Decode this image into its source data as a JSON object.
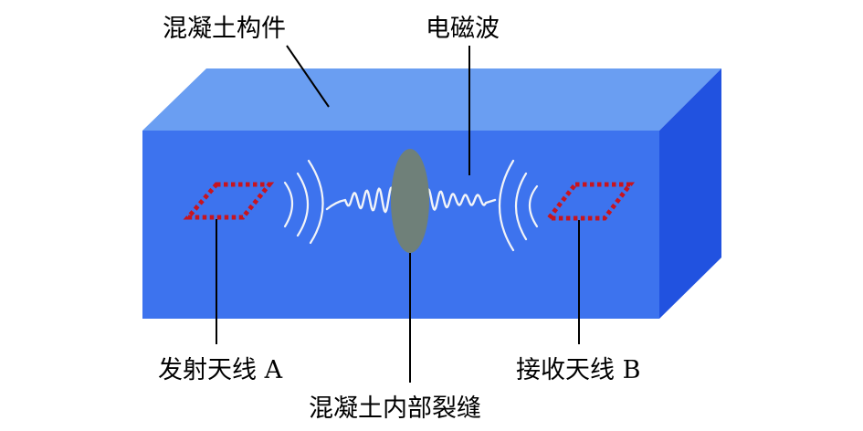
{
  "labels": {
    "concrete_member": "混凝土构件",
    "em_wave": "电磁波",
    "transmit_antenna": "发射天线 A",
    "receive_antenna": "接收天线 B",
    "internal_crack": "混凝土内部裂缝"
  },
  "colors": {
    "block_top": "#6a9ef2",
    "block_front": "#3d73ee",
    "block_side": "#2152e0",
    "antenna_outline": "#c8141e",
    "crack_fill": "#6f8079",
    "wave_stroke": "#f2f4f8",
    "leader_line": "#000000"
  }
}
